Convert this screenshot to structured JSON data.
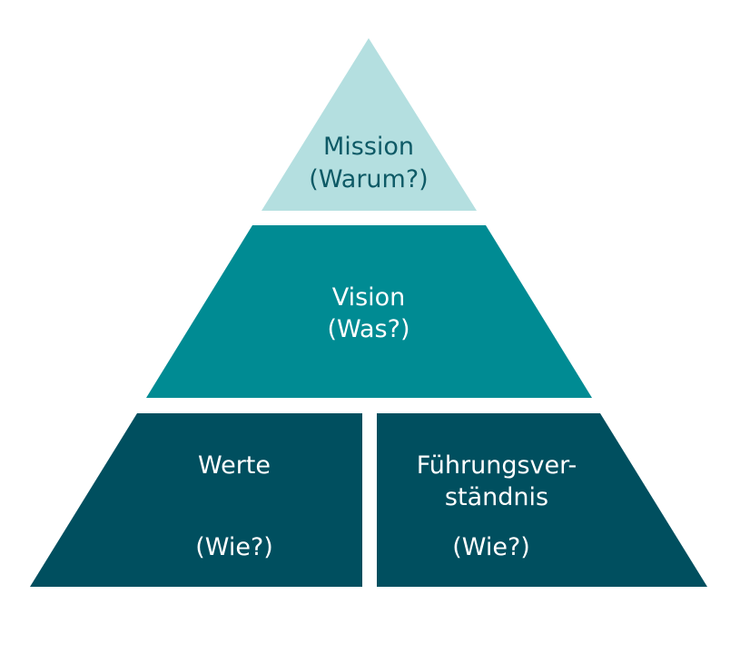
{
  "colors": {
    "top": "#b4dfe0",
    "middle": "#008b93",
    "bottom": "#004f5f",
    "top_text": "#0e5a66",
    "light_text": "#ffffff"
  },
  "tiers": {
    "top": {
      "line1": "Mission",
      "line2": "(Warum?)"
    },
    "middle": {
      "line1": "Vision",
      "line2": "(Was?)"
    },
    "bottom_left": {
      "line1": "Werte",
      "line2": "(Wie?)"
    },
    "bottom_right": {
      "line1": "Führungsver-",
      "line2": "ständnis",
      "line3": "(Wie?)"
    }
  }
}
